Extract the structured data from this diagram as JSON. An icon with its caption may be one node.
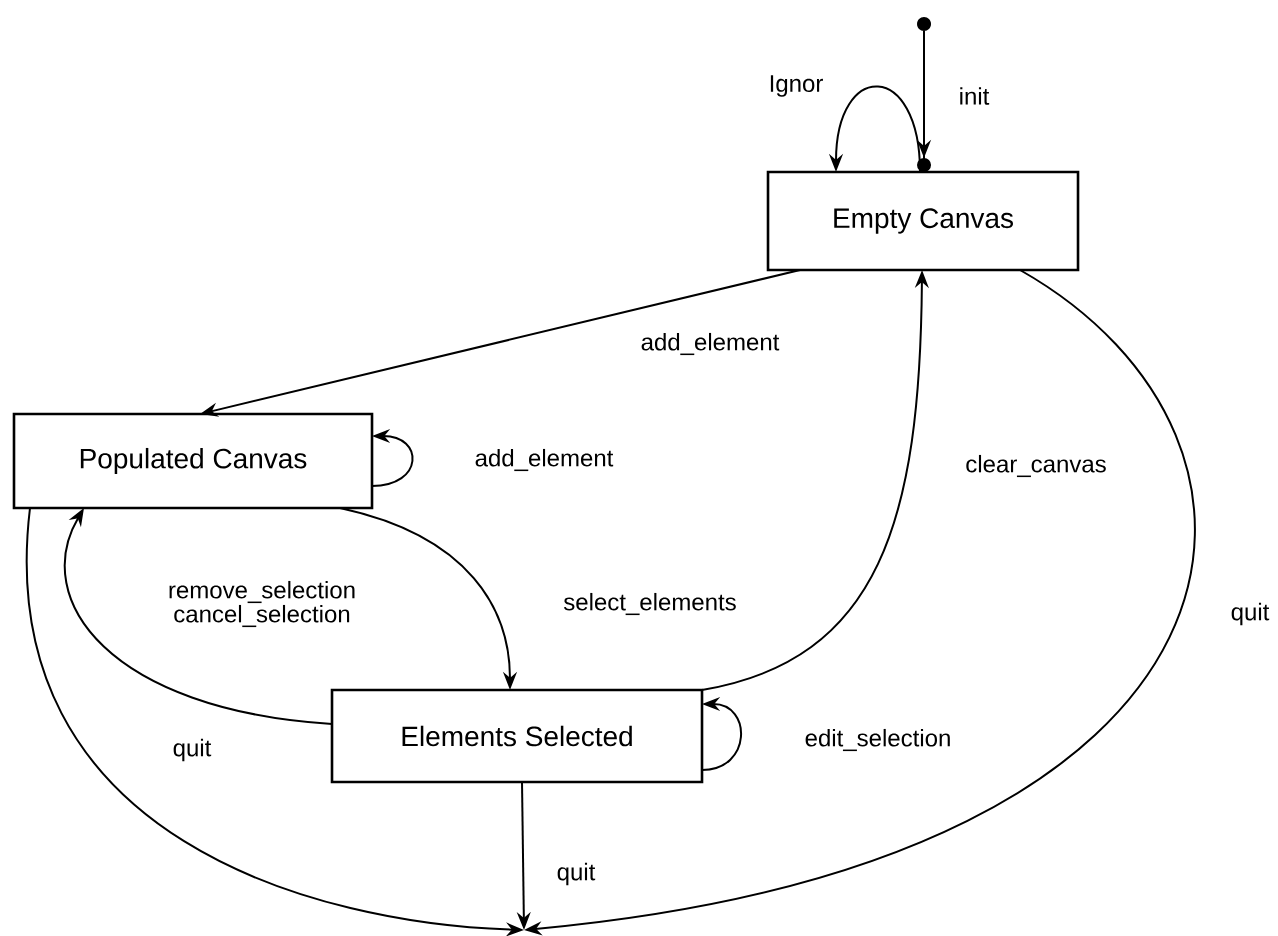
{
  "diagram": {
    "nodes": [
      {
        "text": [],
        "shape": "circle"
      },
      {
        "text": [
          "Empty Canvas"
        ]
      },
      {
        "text": [
          "Populated Canvas"
        ]
      },
      {
        "text": [
          "Elements Selected"
        ]
      }
    ],
    "edges": [
      {
        "from": 0,
        "to": 1,
        "arrow": "to",
        "label": "init"
      },
      {
        "from": 1,
        "to": 1,
        "arrow": "to",
        "label": "Ignor"
      },
      {
        "from": 1,
        "to": 2,
        "arrow": "to",
        "label": "add_element"
      },
      {
        "from": 2,
        "to": 2,
        "arrow": "to",
        "label": "add_element"
      },
      {
        "from": 2,
        "to": 3,
        "arrow": "to",
        "label": "select_elements"
      },
      {
        "from": 3,
        "to": 2,
        "arrow": "to",
        "label": "remove_selection cancel_selection"
      },
      {
        "from": 3,
        "to": 3,
        "arrow": "to",
        "label": "edit_selection"
      },
      {
        "from": 3,
        "to": 1,
        "arrow": "to",
        "label": "clear_canvas"
      },
      {
        "from": 1,
        "to": null,
        "arrow": "to",
        "label": "quit"
      },
      {
        "from": 2,
        "to": null,
        "arrow": "to",
        "label": "quit"
      },
      {
        "from": 3,
        "to": null,
        "arrow": "to",
        "label": "quit"
      }
    ]
  }
}
